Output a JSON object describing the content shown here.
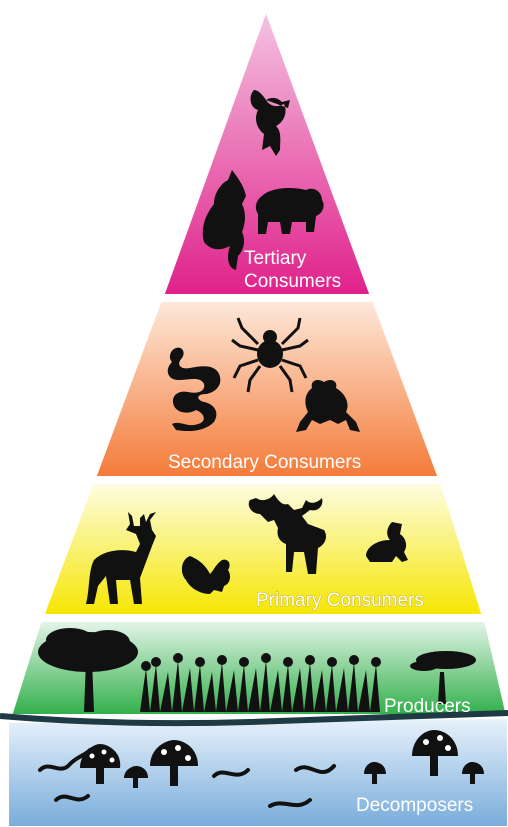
{
  "levels": [
    {
      "id": "tertiary",
      "lines": [
        "Tertiary",
        "Consumers"
      ],
      "organisms": [
        "eagle",
        "wolf",
        "bear"
      ],
      "color_top": "#f0b0d8",
      "color_bottom": "#e0208a"
    },
    {
      "id": "secondary",
      "lines": [
        "Secondary Consumers"
      ],
      "organisms": [
        "snake",
        "spider",
        "frog"
      ],
      "color_top": "#fde7d8",
      "color_bottom": "#f47c3c"
    },
    {
      "id": "primary",
      "lines": [
        "Primary Consumers"
      ],
      "organisms": [
        "deer",
        "squirrel",
        "moose",
        "rabbit"
      ],
      "color_top": "#fdfde0",
      "color_bottom": "#f5e600"
    },
    {
      "id": "producers",
      "lines": [
        "Producers"
      ],
      "organisms": [
        "tree",
        "plants",
        "acacia-tree"
      ],
      "color_top": "#e2f4e6",
      "color_bottom": "#33b04a"
    },
    {
      "id": "decomposers",
      "lines": [
        "Decomposers"
      ],
      "organisms": [
        "worms",
        "mushrooms"
      ],
      "color_top": "#e4eff9",
      "color_bottom": "#7fb0dc"
    }
  ],
  "colors": {
    "silhouette": "#111111",
    "border": "#ffffff",
    "ground_line": "#1f3a44"
  }
}
